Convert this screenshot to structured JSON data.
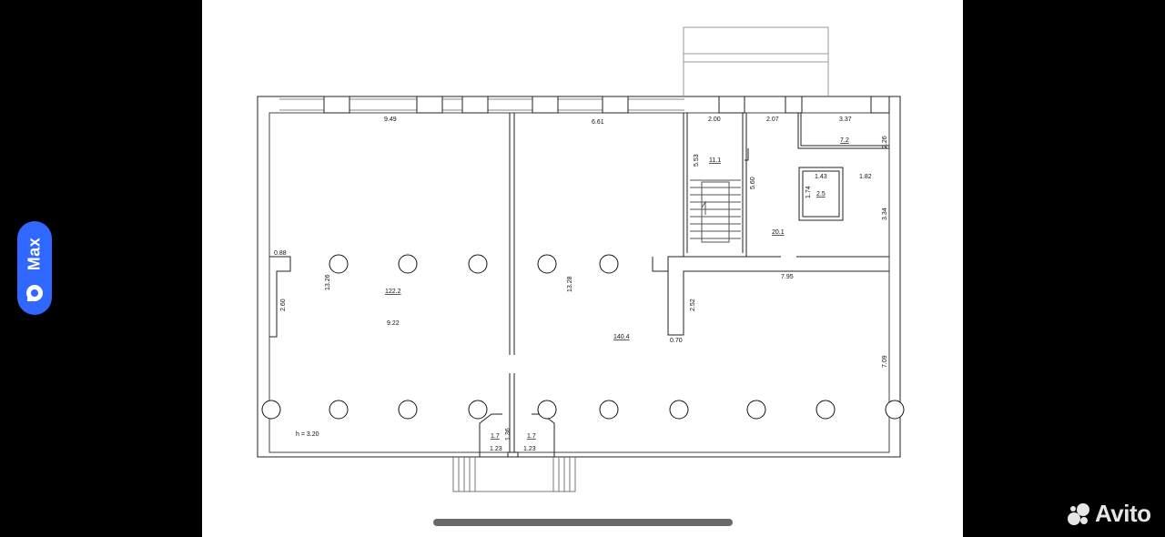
{
  "badge": {
    "label": "Max"
  },
  "watermark": {
    "label": "Avito"
  },
  "plan": {
    "dimensions": [
      {
        "id": "d-9-49",
        "text": "9.49"
      },
      {
        "id": "d-6-61",
        "text": "6.61"
      },
      {
        "id": "d-2-00",
        "text": "2.00"
      },
      {
        "id": "d-2-07",
        "text": "2.07"
      },
      {
        "id": "d-3-37",
        "text": "3.37"
      },
      {
        "id": "d-2-26",
        "text": "2.26"
      },
      {
        "id": "d-5-53",
        "text": "5.53"
      },
      {
        "id": "d-5-60",
        "text": "5.60"
      },
      {
        "id": "d-1-43",
        "text": "1.43"
      },
      {
        "id": "d-1-82",
        "text": "1.82"
      },
      {
        "id": "d-1-74",
        "text": "1.74"
      },
      {
        "id": "d-3-34",
        "text": "3.34"
      },
      {
        "id": "d-0-88",
        "text": "0.88"
      },
      {
        "id": "d-13-26",
        "text": "13.26"
      },
      {
        "id": "d-13-28",
        "text": "13.28"
      },
      {
        "id": "d-2-60",
        "text": "2.60"
      },
      {
        "id": "d-9-22",
        "text": "9.22"
      },
      {
        "id": "d-2-52",
        "text": "2.52"
      },
      {
        "id": "d-0-70",
        "text": "0.70"
      },
      {
        "id": "d-7-95",
        "text": "7.95"
      },
      {
        "id": "d-7-09",
        "text": "7.09"
      },
      {
        "id": "d-1-36",
        "text": "1.36"
      },
      {
        "id": "d-1-23-a",
        "text": "1.23"
      },
      {
        "id": "d-1-23-b",
        "text": "1.23"
      },
      {
        "id": "d-height",
        "text": "h = 3.20"
      }
    ],
    "areas": [
      {
        "id": "a-122-2",
        "text": "122.2"
      },
      {
        "id": "a-140-4",
        "text": "140.4"
      },
      {
        "id": "a-11-1",
        "text": "11.1"
      },
      {
        "id": "a-7-2",
        "text": "7.2"
      },
      {
        "id": "a-2-5",
        "text": "2.5"
      },
      {
        "id": "a-20-1",
        "text": "20.1"
      },
      {
        "id": "a-1-7-a",
        "text": "1.7"
      },
      {
        "id": "a-1-7-b",
        "text": "1.7"
      }
    ]
  }
}
